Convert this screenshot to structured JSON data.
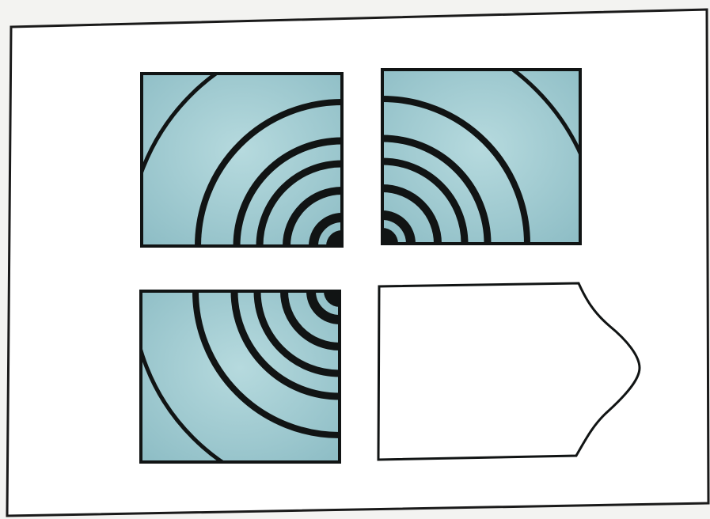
{
  "colors": {
    "background": "#f3f3f1",
    "card": "#ffffff",
    "tile_fill": "#9cc8cf",
    "tile_fill_light": "#b6dade",
    "ink": "#111414"
  },
  "puzzle": {
    "tiles": [
      {
        "name": "top-left",
        "pattern": "concentric-arcs",
        "arc_center": "bottom-right"
      },
      {
        "name": "top-right",
        "pattern": "concentric-arcs",
        "arc_center": "bottom-left"
      },
      {
        "name": "bottom-left",
        "pattern": "concentric-arcs",
        "arc_center": "top-right"
      },
      {
        "name": "bottom-right",
        "pattern": "blank-answer-shape",
        "arc_center": ""
      }
    ]
  }
}
